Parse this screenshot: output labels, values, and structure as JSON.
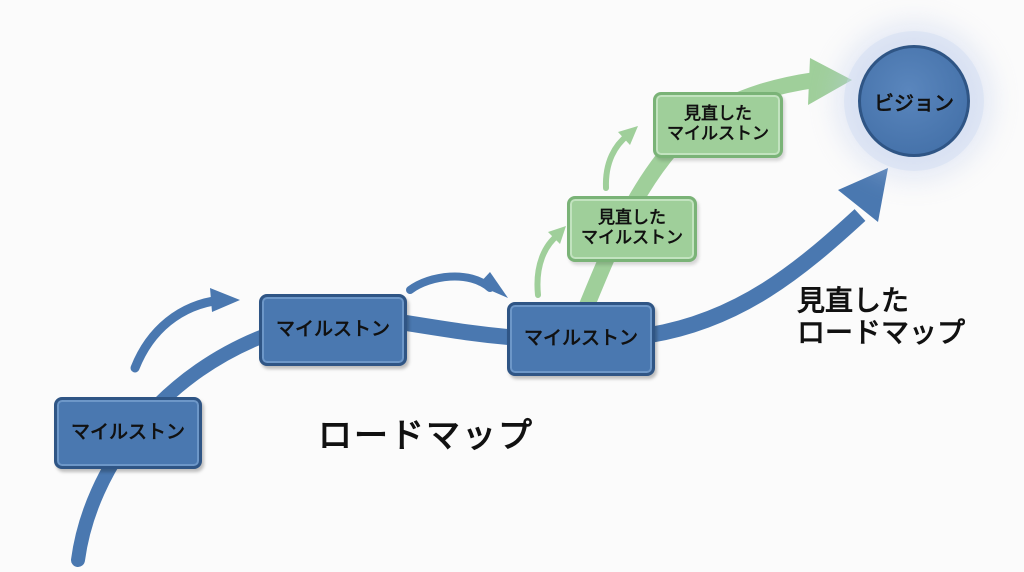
{
  "colors": {
    "roadmap_blue": "#4a78b0",
    "revised_green": "#9fcf9a",
    "text": "#111111",
    "background": "#fbfbfb"
  },
  "milestones": [
    {
      "label": "マイルストン"
    },
    {
      "label": "マイルストン"
    },
    {
      "label": "マイルストン"
    }
  ],
  "revised_milestones": [
    {
      "line1": "見直した",
      "line2": "マイルストン"
    },
    {
      "line1": "見直した",
      "line2": "マイルストン"
    }
  ],
  "vision": {
    "label": "ビジョン"
  },
  "labels": {
    "roadmap": "ロードマップ",
    "revised_roadmap_line1": "見直した",
    "revised_roadmap_line2": "ロードマップ"
  }
}
